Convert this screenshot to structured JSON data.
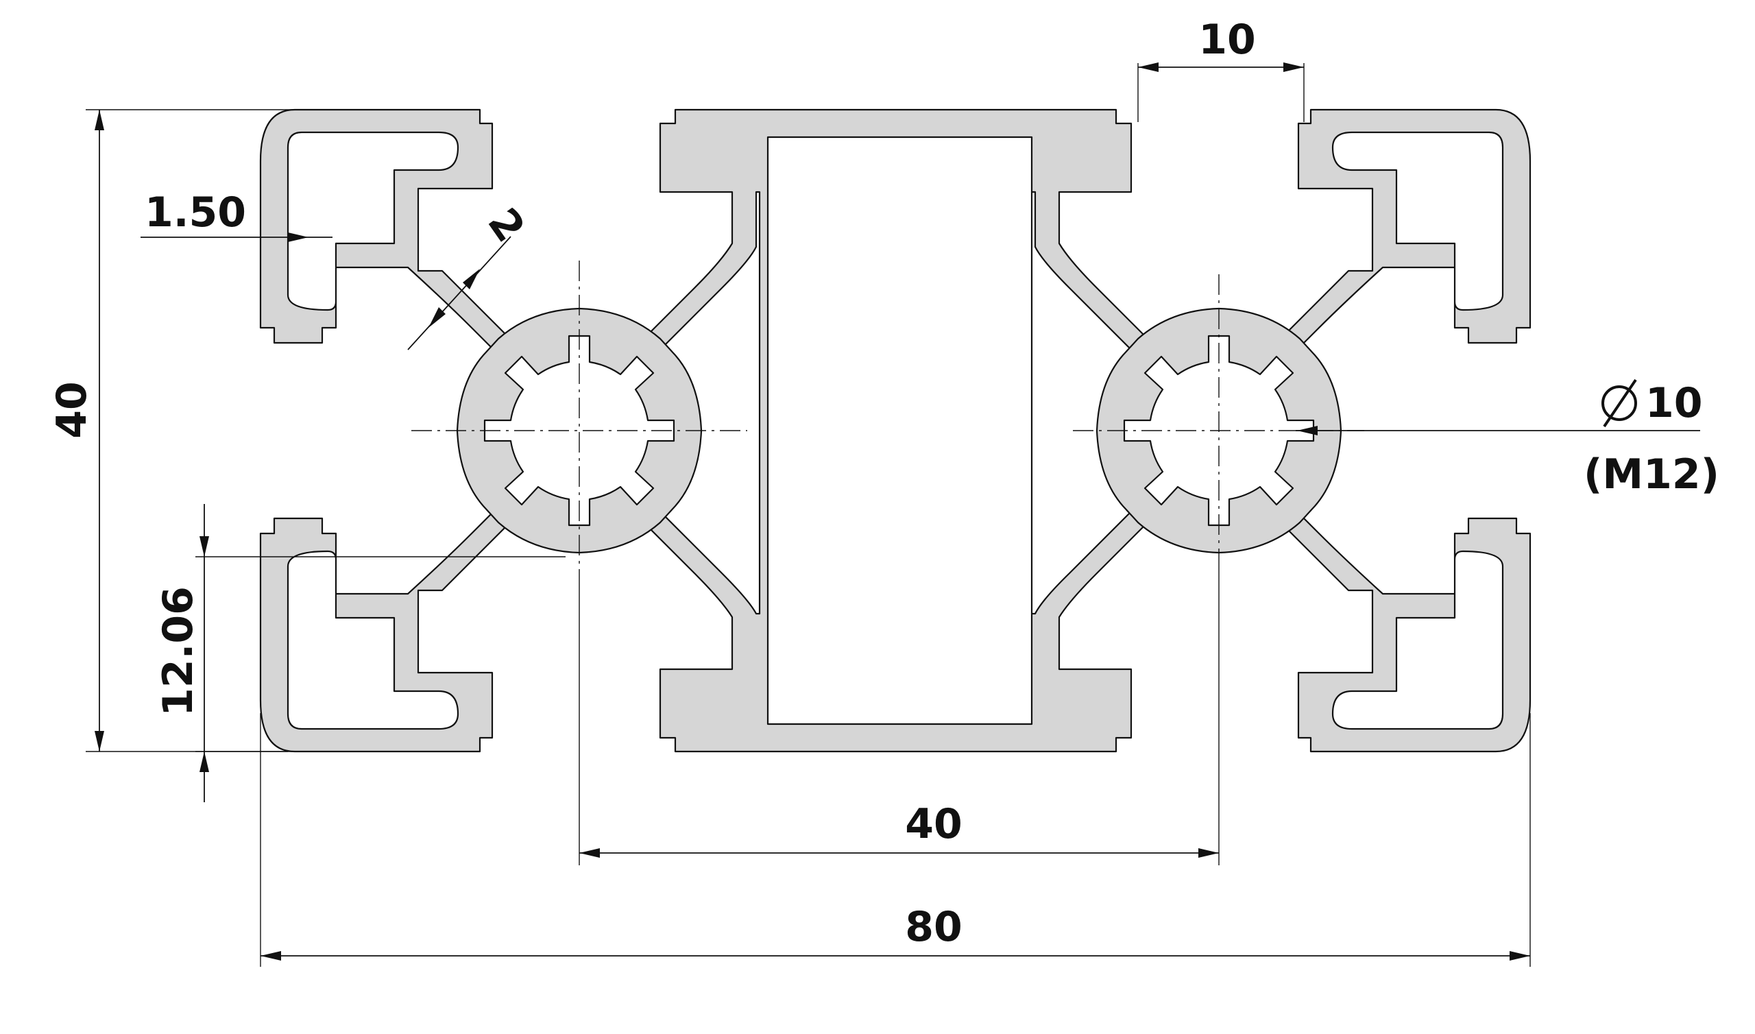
{
  "profile": {
    "fill": "#d6d6d6",
    "stroke": "#111111",
    "background": "#ffffff"
  },
  "dimensions": {
    "slot_width": "10",
    "height": "40",
    "wall_thickness": "1.50",
    "web_thickness": "2",
    "center_bore_diameter": "10",
    "thread": "(M12)",
    "slot_depth": "12.06",
    "center_distance": "40",
    "width": "80"
  },
  "icons": {
    "diameter_symbol": "diameter-icon"
  }
}
